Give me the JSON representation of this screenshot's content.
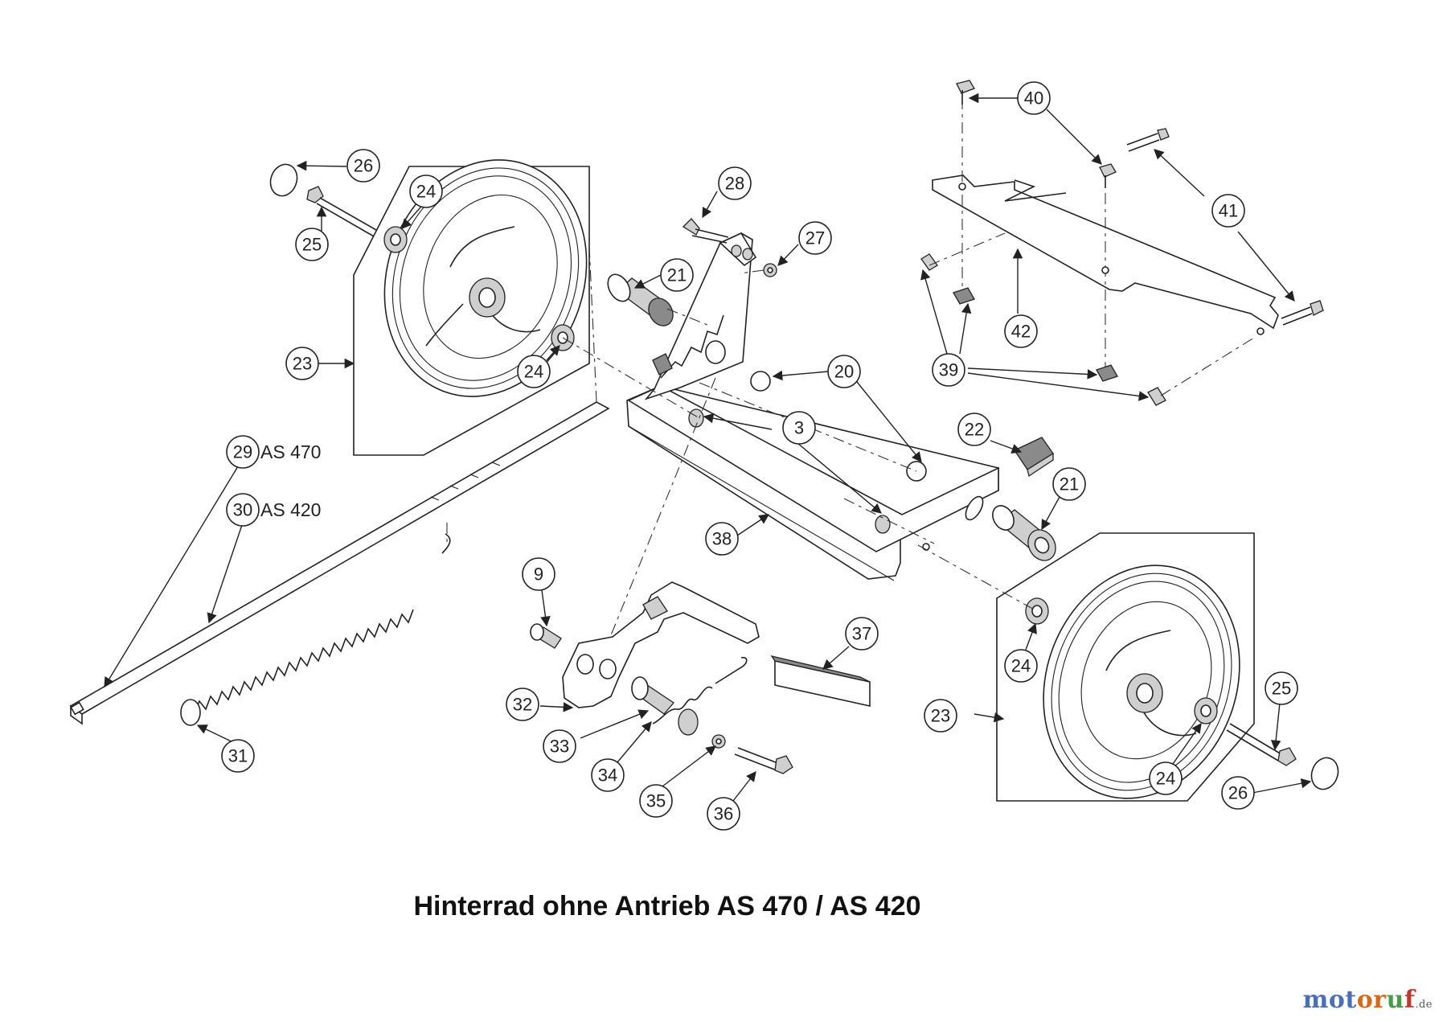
{
  "diagram": {
    "title": "Hinterrad ohne Antrieb AS 470 / AS 420",
    "variants": [
      {
        "number": "29",
        "model": "AS 470"
      },
      {
        "number": "30",
        "model": "AS 420"
      }
    ],
    "callouts": [
      "26",
      "24",
      "25",
      "23",
      "24",
      "28",
      "27",
      "21",
      "20",
      "3",
      "22",
      "21",
      "38",
      "9",
      "37",
      "32",
      "33",
      "34",
      "35",
      "36",
      "31",
      "23",
      "24",
      "24",
      "25",
      "26",
      "40",
      "41",
      "42",
      "39"
    ]
  },
  "watermark": {
    "part1": "mot",
    "part2": "or",
    "part3": "u",
    "part4": "f",
    "domain": ".de"
  }
}
